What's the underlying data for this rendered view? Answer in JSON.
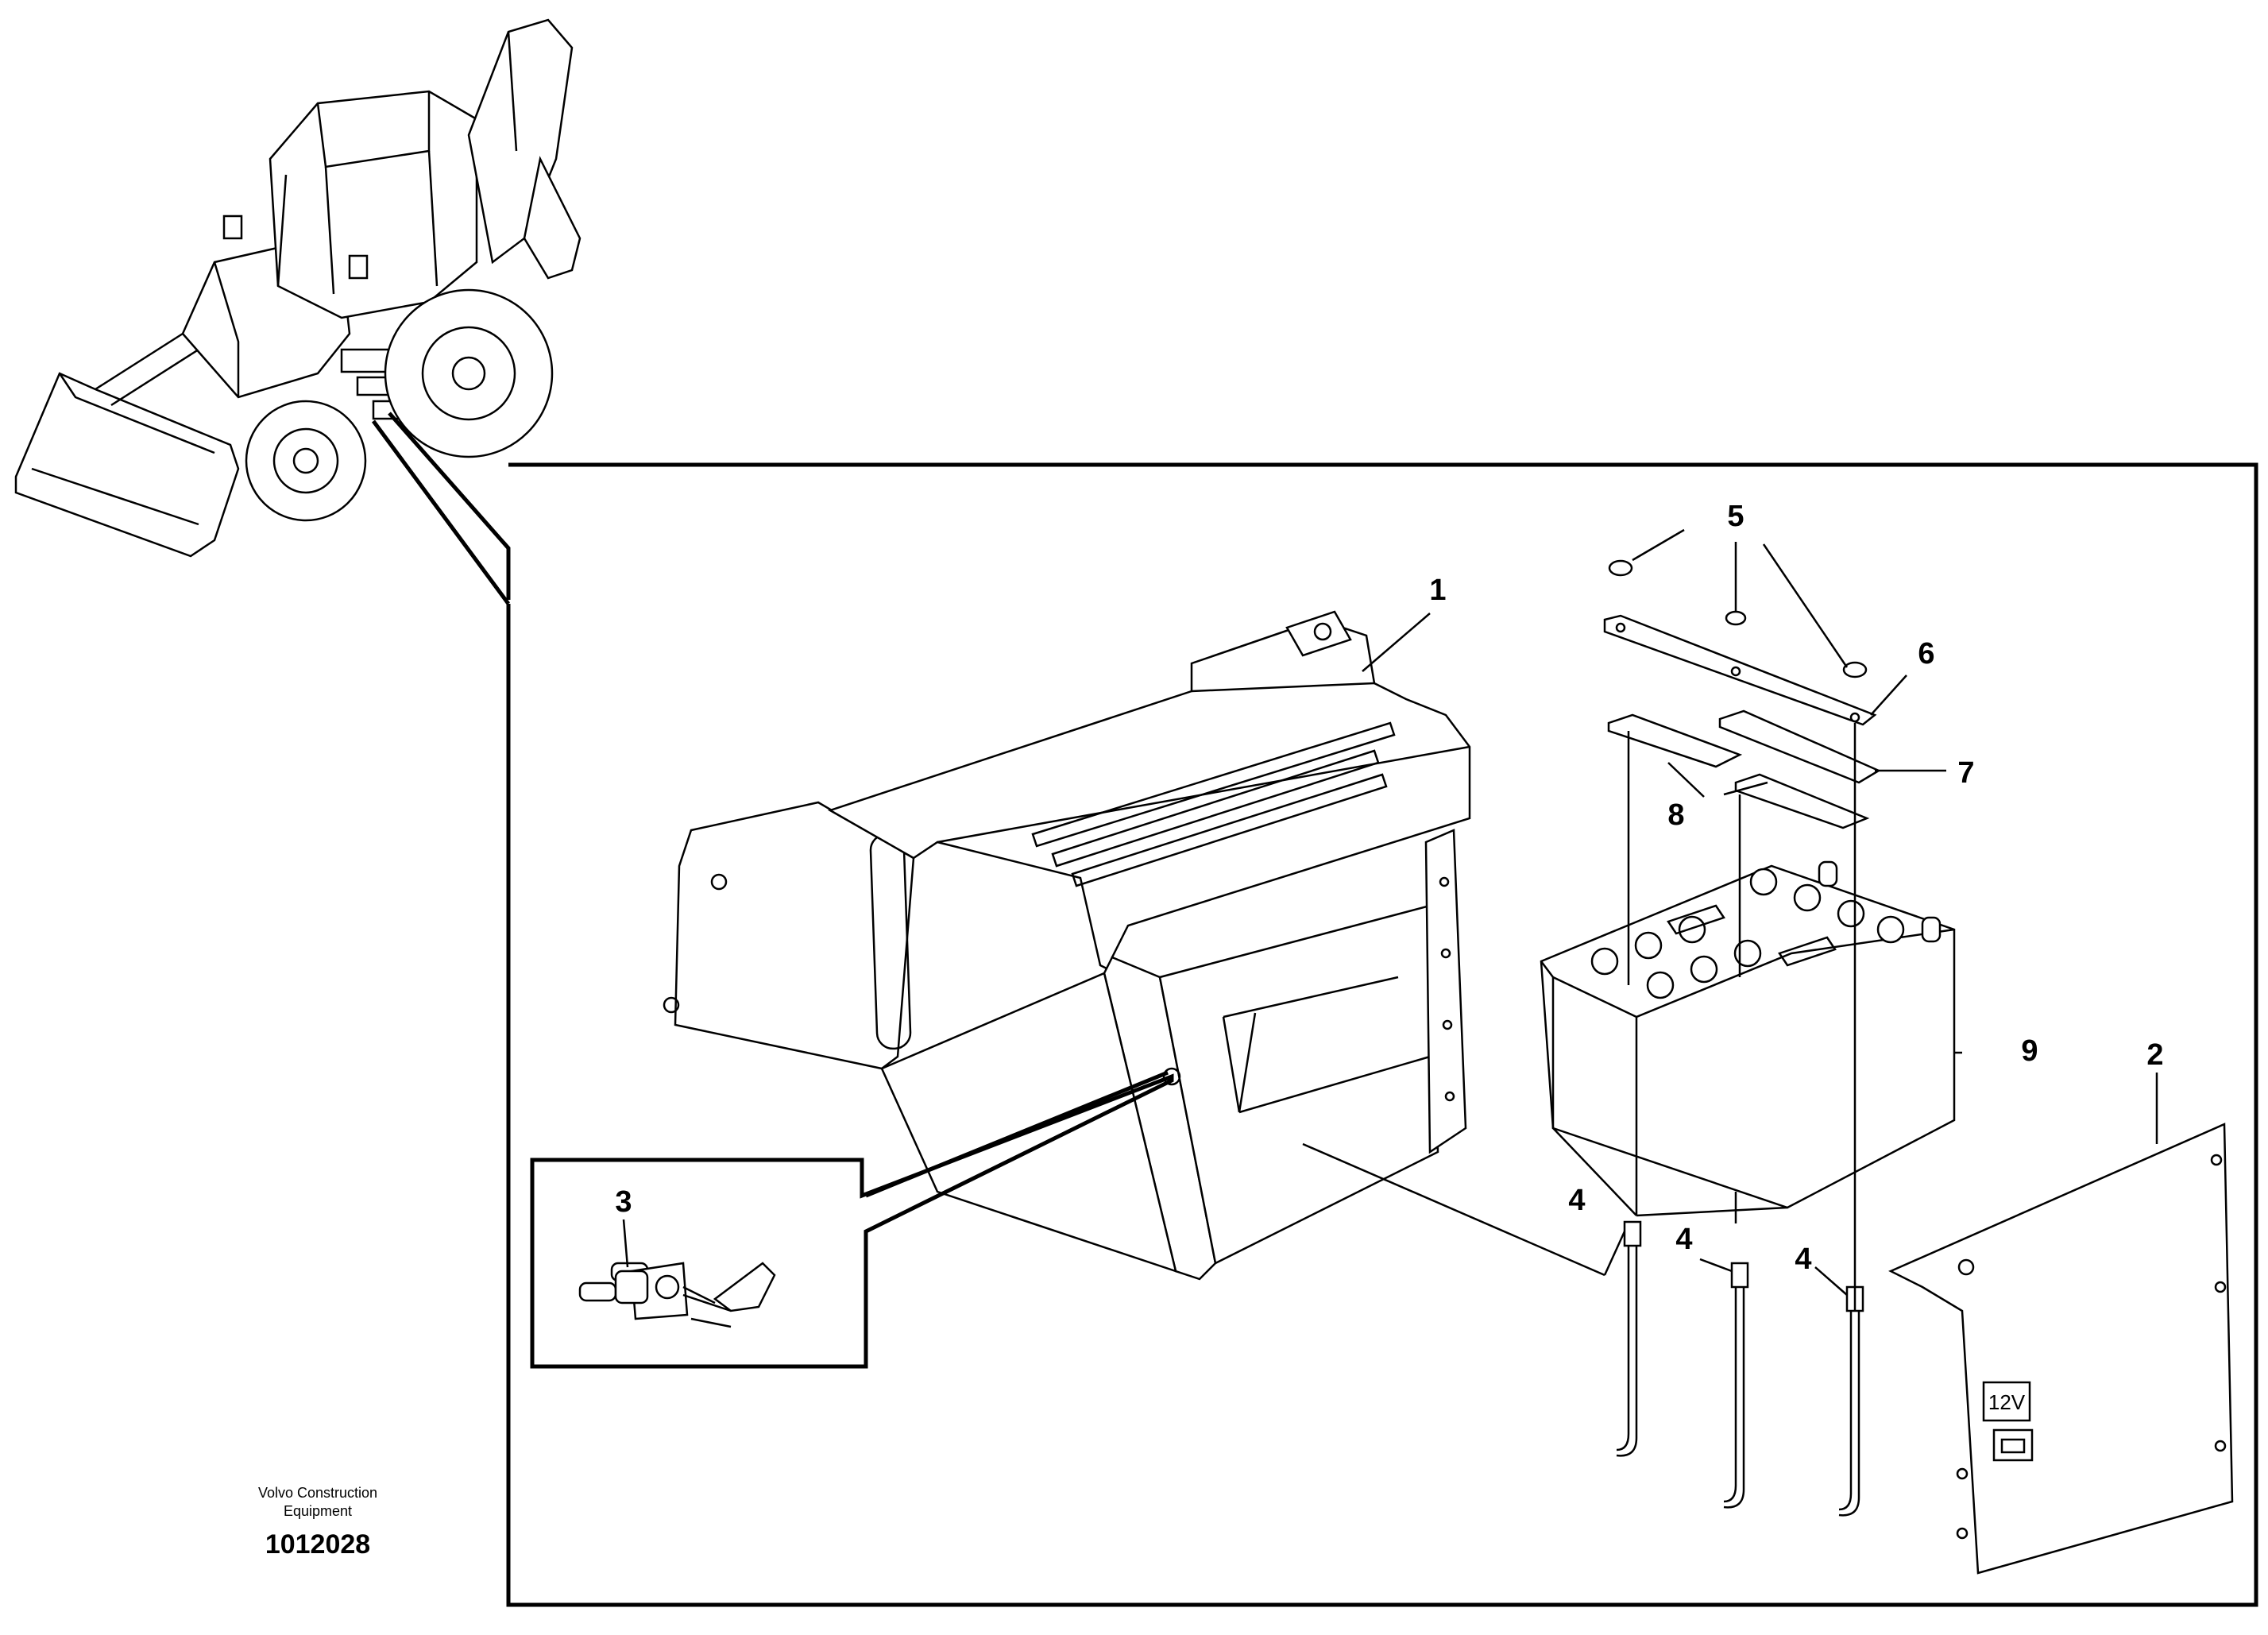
{
  "callouts": {
    "c1": "1",
    "c2": "2",
    "c3": "3",
    "c4a": "4",
    "c4b": "4",
    "c4c": "4",
    "c5": "5",
    "c6": "6",
    "c7": "7",
    "c8": "8",
    "c9": "9"
  },
  "cover_markings": {
    "voltage": "12V"
  },
  "footer": {
    "company_line1": "Volvo Construction",
    "company_line2": "Equipment",
    "drawing_number": "1012028"
  }
}
